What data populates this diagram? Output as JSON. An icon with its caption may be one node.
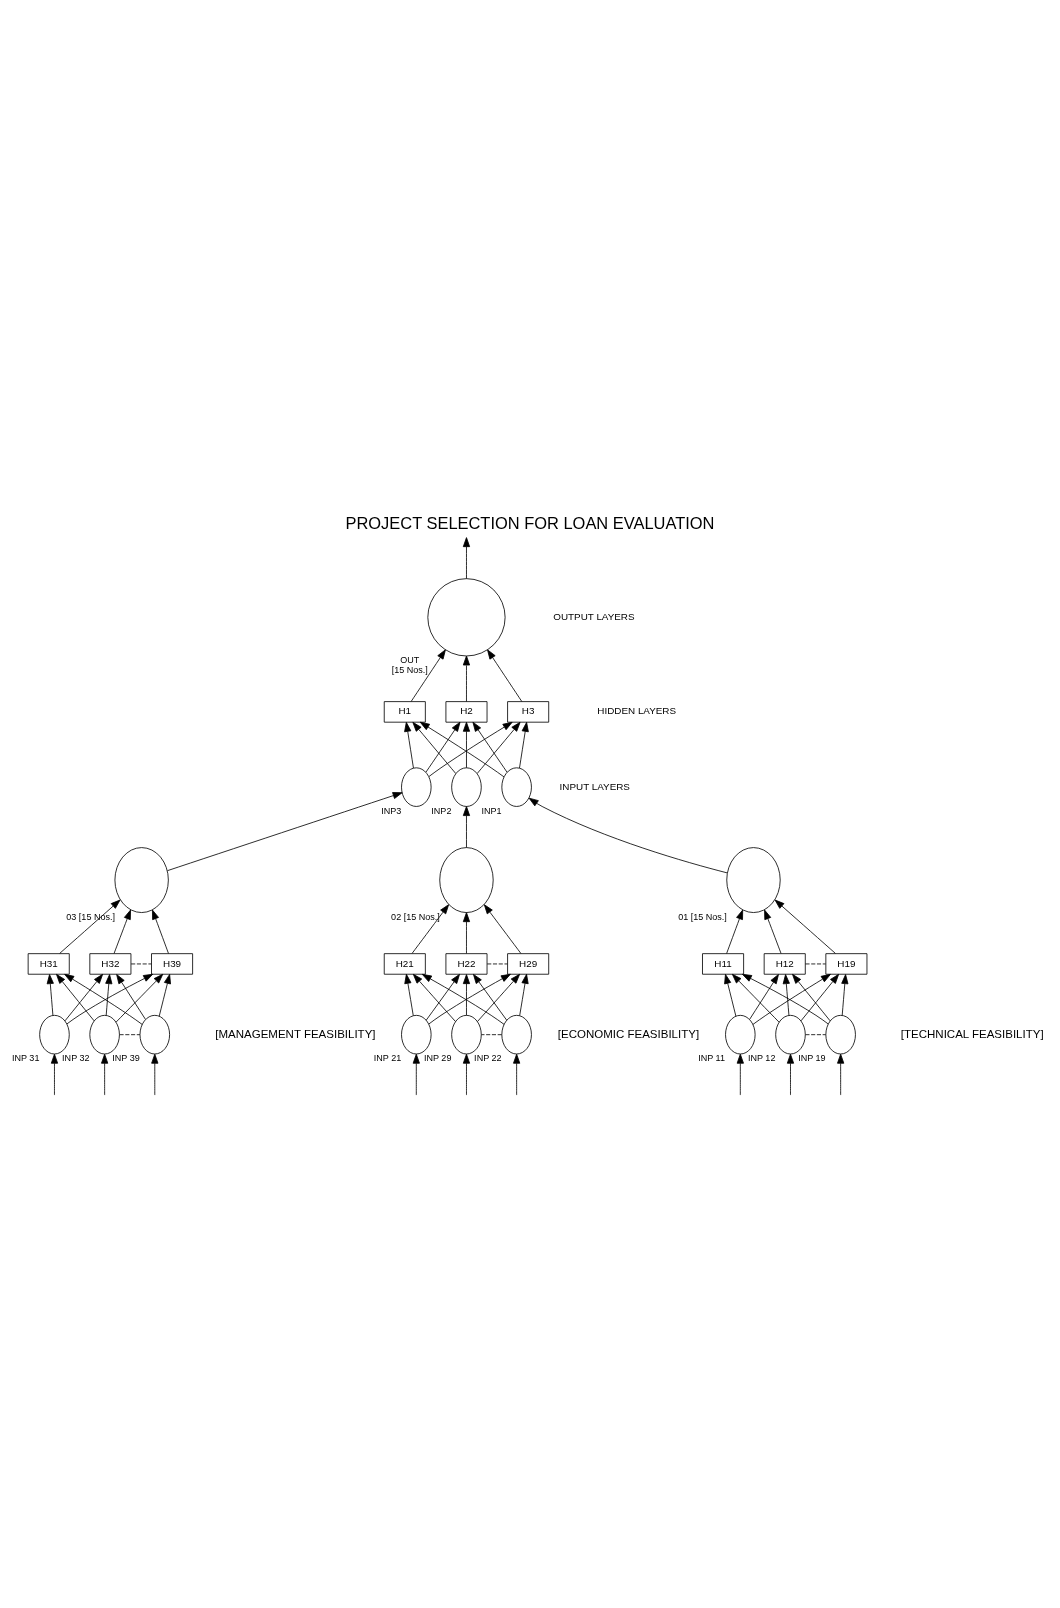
{
  "diagram": {
    "title": "PROJECT SELECTION FOR LOAN EVALUATION",
    "nodes": [
      {
        "text": [],
        "shape": "circle",
        "beside": [
          "INP 11"
        ]
      },
      {
        "text": [],
        "shape": "circle",
        "beside": [
          "INP 12"
        ]
      },
      {
        "text": [],
        "shape": "circle",
        "beside": [
          "INP 19"
        ]
      },
      {
        "text": [
          "H11"
        ]
      },
      {
        "text": [
          "H12"
        ]
      },
      {
        "text": [
          "H19"
        ]
      },
      {
        "text": [],
        "shape": "circle",
        "beside": [
          "01 [15 Nos.]"
        ]
      },
      {
        "text": [],
        "shape": "circle",
        "beside": [
          "INP 21"
        ]
      },
      {
        "text": [],
        "shape": "circle",
        "beside": [
          "INP 22"
        ]
      },
      {
        "text": [],
        "shape": "circle",
        "beside": [
          "INP 29"
        ]
      },
      {
        "text": [
          "H21"
        ]
      },
      {
        "text": [
          "H22"
        ]
      },
      {
        "text": [
          "H29"
        ]
      },
      {
        "text": [],
        "shape": "circle",
        "beside": [
          "02 [15 Nos.]"
        ]
      },
      {
        "text": [],
        "shape": "circle",
        "beside": [
          "INP 31"
        ]
      },
      {
        "text": [],
        "shape": "circle",
        "beside": [
          "INP 32"
        ]
      },
      {
        "text": [],
        "shape": "circle",
        "beside": [
          "INP 39"
        ]
      },
      {
        "text": [
          "H31"
        ]
      },
      {
        "text": [
          "H32"
        ]
      },
      {
        "text": [
          "H39"
        ]
      },
      {
        "text": [],
        "shape": "circle",
        "beside": [
          "03 [15 Nos.]"
        ]
      },
      {
        "text": [],
        "shape": "circle",
        "beside": [
          "INP1"
        ]
      },
      {
        "text": [],
        "shape": "circle",
        "beside": [
          "INP2"
        ]
      },
      {
        "text": [],
        "shape": "circle",
        "beside": [
          "INP3"
        ]
      },
      {
        "text": [
          "H1"
        ]
      },
      {
        "text": [
          "H2"
        ]
      },
      {
        "text": [
          "H3"
        ]
      },
      {
        "text": [],
        "shape": "circle",
        "beside": [
          "OUT",
          "[15 Nos.]"
        ]
      }
    ],
    "edges": [
      {
        "from": null,
        "to": 0,
        "arrow": "to"
      },
      {
        "from": null,
        "to": 1,
        "arrow": "to"
      },
      {
        "from": null,
        "to": 2,
        "arrow": "to"
      },
      {
        "from": 0,
        "to": 3,
        "arrow": "to"
      },
      {
        "from": 0,
        "to": 4,
        "arrow": "to"
      },
      {
        "from": 0,
        "to": 5,
        "arrow": "to"
      },
      {
        "from": 1,
        "to": 3,
        "arrow": "to"
      },
      {
        "from": 1,
        "to": 4,
        "arrow": "to"
      },
      {
        "from": 1,
        "to": 5,
        "arrow": "to"
      },
      {
        "from": 2,
        "to": 3,
        "arrow": "to"
      },
      {
        "from": 2,
        "to": 4,
        "arrow": "to"
      },
      {
        "from": 2,
        "to": 5,
        "arrow": "to"
      },
      {
        "from": 1,
        "to": 2,
        "arrow": "none",
        "style": "dashed"
      },
      {
        "from": 4,
        "to": 5,
        "arrow": "none",
        "style": "dashed"
      },
      {
        "from": 3,
        "to": 6,
        "arrow": "to"
      },
      {
        "from": 4,
        "to": 6,
        "arrow": "to"
      },
      {
        "from": 5,
        "to": 6,
        "arrow": "to"
      },
      {
        "from": null,
        "to": 7,
        "arrow": "to"
      },
      {
        "from": null,
        "to": 8,
        "arrow": "to"
      },
      {
        "from": null,
        "to": 9,
        "arrow": "to"
      },
      {
        "from": 7,
        "to": 10,
        "arrow": "to"
      },
      {
        "from": 7,
        "to": 11,
        "arrow": "to"
      },
      {
        "from": 7,
        "to": 12,
        "arrow": "to"
      },
      {
        "from": 8,
        "to": 10,
        "arrow": "to"
      },
      {
        "from": 8,
        "to": 11,
        "arrow": "to"
      },
      {
        "from": 8,
        "to": 12,
        "arrow": "to"
      },
      {
        "from": 9,
        "to": 10,
        "arrow": "to"
      },
      {
        "from": 9,
        "to": 11,
        "arrow": "to"
      },
      {
        "from": 9,
        "to": 12,
        "arrow": "to"
      },
      {
        "from": 8,
        "to": 9,
        "arrow": "none",
        "style": "dashed"
      },
      {
        "from": 11,
        "to": 12,
        "arrow": "none",
        "style": "dashed"
      },
      {
        "from": 10,
        "to": 13,
        "arrow": "to"
      },
      {
        "from": 11,
        "to": 13,
        "arrow": "to"
      },
      {
        "from": 12,
        "to": 13,
        "arrow": "to"
      },
      {
        "from": null,
        "to": 14,
        "arrow": "to"
      },
      {
        "from": null,
        "to": 15,
        "arrow": "to"
      },
      {
        "from": null,
        "to": 16,
        "arrow": "to"
      },
      {
        "from": 14,
        "to": 17,
        "arrow": "to"
      },
      {
        "from": 14,
        "to": 18,
        "arrow": "to"
      },
      {
        "from": 14,
        "to": 19,
        "arrow": "to"
      },
      {
        "from": 15,
        "to": 17,
        "arrow": "to"
      },
      {
        "from": 15,
        "to": 18,
        "arrow": "to"
      },
      {
        "from": 15,
        "to": 19,
        "arrow": "to"
      },
      {
        "from": 16,
        "to": 17,
        "arrow": "to"
      },
      {
        "from": 16,
        "to": 18,
        "arrow": "to"
      },
      {
        "from": 16,
        "to": 19,
        "arrow": "to"
      },
      {
        "from": 15,
        "to": 16,
        "arrow": "none",
        "style": "dashed"
      },
      {
        "from": 18,
        "to": 19,
        "arrow": "none",
        "style": "dashed"
      },
      {
        "from": 17,
        "to": 20,
        "arrow": "to"
      },
      {
        "from": 18,
        "to": 20,
        "arrow": "to"
      },
      {
        "from": 19,
        "to": 20,
        "arrow": "to"
      },
      {
        "from": 6,
        "to": 21,
        "arrow": "to"
      },
      {
        "from": 13,
        "to": 22,
        "arrow": "to"
      },
      {
        "from": 20,
        "to": 23,
        "arrow": "to"
      },
      {
        "from": 21,
        "to": 24,
        "arrow": "to"
      },
      {
        "from": 21,
        "to": 25,
        "arrow": "to"
      },
      {
        "from": 21,
        "to": 26,
        "arrow": "to"
      },
      {
        "from": 22,
        "to": 24,
        "arrow": "to"
      },
      {
        "from": 22,
        "to": 25,
        "arrow": "to"
      },
      {
        "from": 22,
        "to": 26,
        "arrow": "to"
      },
      {
        "from": 23,
        "to": 24,
        "arrow": "to"
      },
      {
        "from": 23,
        "to": 25,
        "arrow": "to"
      },
      {
        "from": 23,
        "to": 26,
        "arrow": "to"
      },
      {
        "from": 24,
        "to": 27,
        "arrow": "to"
      },
      {
        "from": 25,
        "to": 27,
        "arrow": "to"
      },
      {
        "from": 26,
        "to": 27,
        "arrow": "to"
      },
      {
        "from": 27,
        "to": null,
        "arrow": "to"
      }
    ],
    "labels": [
      "[TECHNICAL FEASIBILITY]",
      "[ECONOMIC FEASIBILITY]",
      "[MANAGEMENT FEASIBILITY]",
      "INPUT LAYERS",
      "HIDDEN LAYERS",
      "OUTPUT LAYERS"
    ]
  }
}
